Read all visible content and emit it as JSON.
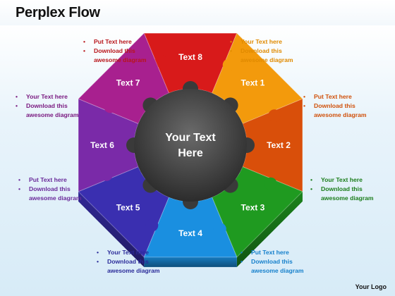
{
  "title": "Perplex Flow",
  "logo": "Your Logo",
  "center_text": [
    "Your Text",
    "Here"
  ],
  "segments": [
    {
      "label": "Text 1",
      "color": "#f39a0c"
    },
    {
      "label": "Text 2",
      "color": "#d94f0a"
    },
    {
      "label": "Text 3",
      "color": "#1f9a20"
    },
    {
      "label": "Text 4",
      "color": "#1a8fe0"
    },
    {
      "label": "Text 5",
      "color": "#3a2fb0"
    },
    {
      "label": "Text 6",
      "color": "#7a2aa8"
    },
    {
      "label": "Text 7",
      "color": "#a8208f"
    },
    {
      "label": "Text 8",
      "color": "#d81a1a"
    }
  ],
  "notes": [
    {
      "id": "text8",
      "color": "#b8151a",
      "line1": "Put Text here",
      "line2": "Download this",
      "line3": "awesome diagram"
    },
    {
      "id": "text1",
      "color": "#e08a00",
      "line1": "Your Text here",
      "line2": "Download this",
      "line3": "awesome diagram"
    },
    {
      "id": "text7",
      "color": "#7a1a80",
      "line1": "Your Text here",
      "line2": "Download this",
      "line3": "awesome diagram"
    },
    {
      "id": "text2",
      "color": "#d0500a",
      "line1": "Put Text here",
      "line2": "Download this",
      "line3": "awesome diagram"
    },
    {
      "id": "text6",
      "color": "#6a2a9a",
      "line1": "Put Text here",
      "line2": "Download this",
      "line3": "awesome diagram"
    },
    {
      "id": "text3",
      "color": "#1b7d1b",
      "line1": "Your Text here",
      "line2": "Download this",
      "line3": "awesome diagram"
    },
    {
      "id": "text5",
      "color": "#2b2b9a",
      "line1": "Your Text here",
      "line2": "Download this",
      "line3": "awesome diagram"
    },
    {
      "id": "text4",
      "color": "#1680cc",
      "line1": "Put Text here",
      "line2": "Download this",
      "line3": "awesome diagram"
    }
  ]
}
